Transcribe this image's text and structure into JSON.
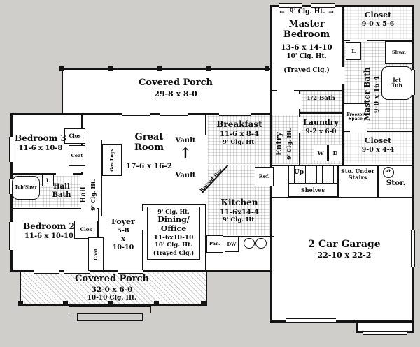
{
  "colors": {
    "background": "#cfcecb",
    "wall": "#141414",
    "floor": "#ffffff"
  },
  "labels": {
    "porch_top": {
      "name": "Covered Porch",
      "dims": "29-8 x 8-0"
    },
    "porch_bottom": {
      "name": "Covered Porch",
      "dims": "32-0 x 6-0",
      "clg": "10-10 Clg. Ht."
    },
    "master_bedroom": {
      "clg_top": "9' Clg. Ht.",
      "arrow_l": "←",
      "arrow_r": "→",
      "name": "Master Bedroom",
      "dims": "13-6 x 14-10",
      "clg": "10' Clg. Ht.",
      "tray": "(Trayed Clg.)"
    },
    "closet_top": {
      "name": "Closet",
      "dims": "9-0 x 5-6"
    },
    "master_bath": {
      "name": "Master Bath",
      "dims": "9-0 x 16-4",
      "jet_tub": "Jet Tub",
      "shower": "Shwr.",
      "linen": "L"
    },
    "half_bath": {
      "name": "1/2 Bath"
    },
    "laundry": {
      "name": "Laundry",
      "dims": "9-2 x 6-0",
      "washer": "W",
      "dryer": "D",
      "freezer": "Freezer Space"
    },
    "closet_right": {
      "name": "Closet",
      "dims": "9-0 x 4-4"
    },
    "entry": {
      "name": "Entry",
      "clg": "9' Clg. Ht."
    },
    "stairs": {
      "up": "Up",
      "sto": "Sto. Under Stairs",
      "stor": "Stor.",
      "shelves": "Shelves",
      "wh": "wh"
    },
    "garage": {
      "name": "2 Car Garage",
      "dims": "22-10 x 22-2"
    },
    "great_room": {
      "name": "Great Room",
      "dims": "17-6 x 16-2",
      "vault": "Vault",
      "arrow_up": "↑"
    },
    "hall": {
      "name": "Hall",
      "clg": "9' Clg. Ht."
    },
    "fireplace": {
      "label": "Gas Logs"
    },
    "breakfast": {
      "name": "Breakfast",
      "dims": "11-6 x 8-4",
      "clg": "9' Clg. Ht."
    },
    "kitchen": {
      "name": "Kitchen",
      "dims": "11-6x14-4",
      "clg": "9' Clg. Ht.",
      "raised_bar": "Raised Bar",
      "ref": "Ref.",
      "pan": "Pan.",
      "dw": "DW"
    },
    "dining": {
      "clg_top": "9' Clg. Ht.",
      "name": "Dining/ Office",
      "dims": "11-6x10-10",
      "clg": "10' Clg. Ht.",
      "tray": "(Trayed Clg.)"
    },
    "foyer": {
      "name": "Foyer",
      "w": "5-8",
      "x": "x",
      "h": "10-10"
    },
    "bedroom3": {
      "name": "Bedroom 3",
      "dims": "11-6 x 10-8",
      "clos": "Clos",
      "coat": "Coat"
    },
    "hall_bath": {
      "name": "Hall Bath",
      "tub": "Tub/Shwr",
      "linen": "L"
    },
    "bedroom2": {
      "name": "Bedroom 2",
      "dims": "11-6 x 10-10",
      "clos": "Clos",
      "coat": "Coat"
    }
  }
}
